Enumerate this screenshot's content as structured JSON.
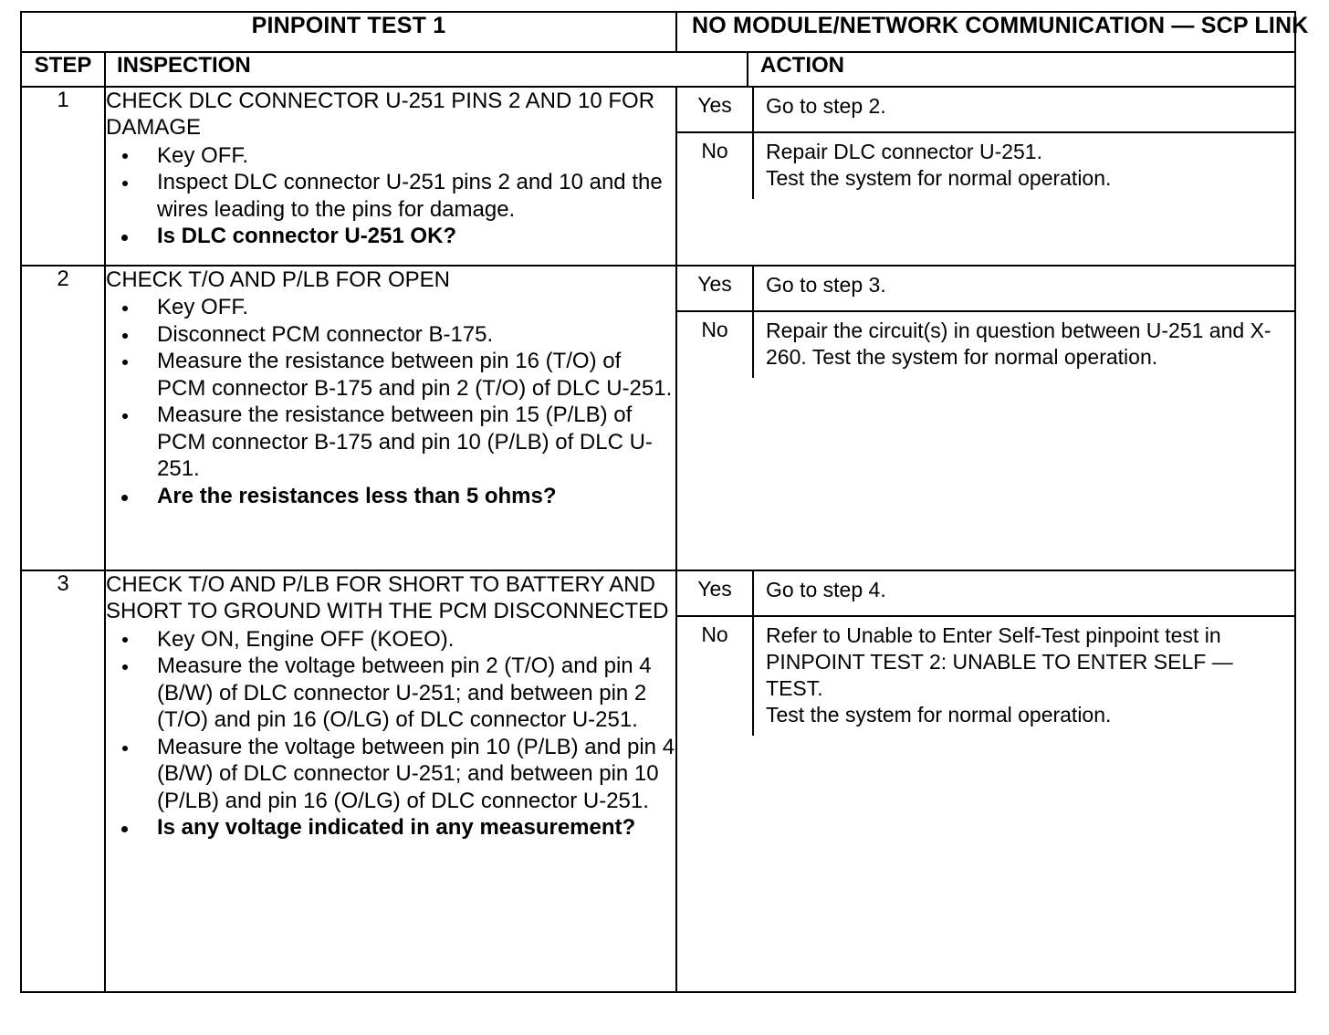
{
  "document": {
    "title_left": "PINPOINT TEST 1",
    "title_right": "NO MODULE/NETWORK COMMUNICATION — SCP LINK",
    "columns": {
      "step": "STEP",
      "inspection": "INSPECTION",
      "action": "ACTION"
    },
    "labels": {
      "yes": "Yes",
      "no": "No"
    }
  },
  "steps": [
    {
      "number": "1",
      "inspection_title": "CHECK DLC CONNECTOR U-251 PINS 2 AND 10 FOR DAMAGE",
      "bullets": [
        {
          "text": "Key OFF.",
          "bold": false
        },
        {
          "text": "Inspect DLC connector U-251 pins 2 and 10 and the wires leading to the pins for damage.",
          "bold": false
        },
        {
          "text": "Is DLC connector U-251 OK?",
          "bold": true
        }
      ],
      "yes_action": [
        "Go to step 2."
      ],
      "no_action": [
        "Repair DLC connector U-251.",
        "Test the system for normal operation."
      ]
    },
    {
      "number": "2",
      "inspection_title": "CHECK T/O AND P/LB FOR OPEN",
      "bullets": [
        {
          "text": "Key OFF.",
          "bold": false
        },
        {
          "text": "Disconnect PCM connector B-175.",
          "bold": false
        },
        {
          "text": "Measure the resistance between pin 16 (T/O) of PCM connector B-175 and pin 2 (T/O) of DLC U-251.",
          "bold": false
        },
        {
          "text": "Measure the resistance between pin 15 (P/LB) of PCM connector B-175 and pin 10 (P/LB) of DLC U-251.",
          "bold": false
        },
        {
          "text": "Are the resistances less than 5 ohms?",
          "bold": true
        }
      ],
      "yes_action": [
        "Go to step 3."
      ],
      "no_action": [
        "Repair the circuit(s) in question between U-251 and X-260.  Test the system for normal operation."
      ]
    },
    {
      "number": "3",
      "inspection_title": "CHECK T/O AND P/LB FOR SHORT TO BATTERY AND SHORT TO GROUND WITH THE PCM DISCONNECTED",
      "bullets": [
        {
          "text": "Key ON, Engine OFF (KOEO).",
          "bold": false
        },
        {
          "text": "Measure the voltage between pin 2 (T/O) and pin 4 (B/W) of DLC connector U-251; and between pin 2 (T/O) and pin 16 (O/LG) of DLC connector U-251.",
          "bold": false
        },
        {
          "text": "Measure the voltage between pin 10 (P/LB) and pin 4 (B/W) of DLC connector U-251; and between pin 10 (P/LB) and pin 16 (O/LG) of DLC connector U-251.",
          "bold": false
        },
        {
          "text": "Is any voltage indicated in any measurement?",
          "bold": true
        }
      ],
      "yes_action": [
        "Go to step 4."
      ],
      "no_action": [
        "Refer to Unable to Enter Self-Test pinpoint test in PINPOINT TEST 2: UNABLE TO ENTER SELF — TEST.",
        "Test the system for normal operation."
      ]
    }
  ]
}
